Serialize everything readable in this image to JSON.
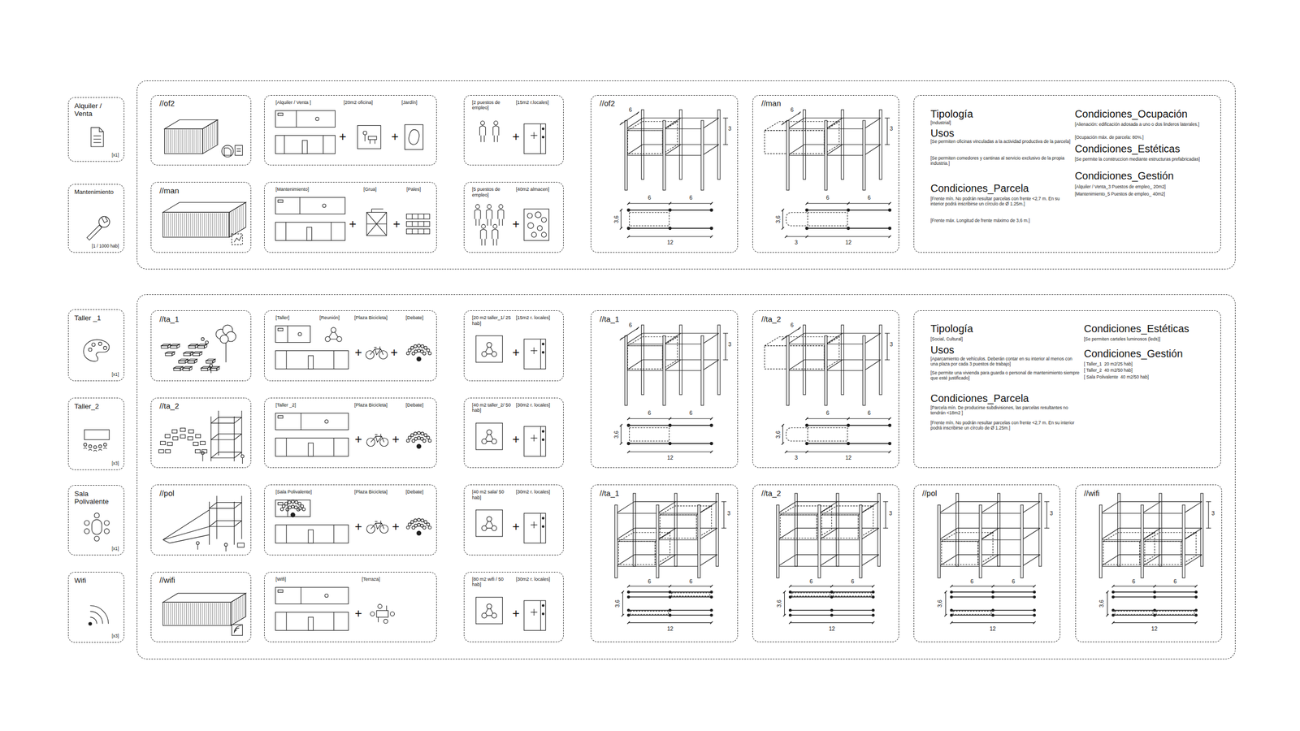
{
  "diagram": {
    "nodes": [
      {
        "text": [
          "Alquiler / Venta",
          "[x1]"
        ]
      },
      {
        "text": [
          "Mantenimiento",
          "[1 / 1000 hab]"
        ]
      },
      {
        "text": []
      },
      {
        "text": [
          "//of2"
        ],
        "in": 2
      },
      {
        "text": [
          "[Alquiler / Venta ]",
          "[20m2 oficina]",
          "[Jardín]",
          "+",
          "+"
        ],
        "in": 2
      },
      {
        "text": [
          "[2 puestos de empleo]",
          "[15m2 r.locales]",
          "+"
        ],
        "in": 2
      },
      {
        "text": [
          "//man"
        ],
        "in": 2
      },
      {
        "text": [
          "[Mantenimiento]",
          "[Grua]",
          "[Pales]",
          "+",
          "+"
        ],
        "in": 2
      },
      {
        "text": [
          "[5 puestos de empleo]",
          "[40m2 almacen]",
          "+"
        ],
        "in": 2
      },
      {
        "text": [
          "//of2",
          "6",
          "3",
          "6",
          "6",
          "3,6",
          "12"
        ],
        "in": 2
      },
      {
        "text": [
          "//man",
          "6",
          "3",
          "6",
          "6",
          "3,6",
          "3",
          "12"
        ],
        "in": 2
      },
      {
        "text": [
          "Tipología",
          "[Industrial]",
          "Usos",
          "[Se permiten oficinas vinculadas a la actividad productiva de la parcela]",
          "[Se permiten comedores y cantinas al servicio exclusivo de la propia industria.]",
          "Condiciones_Parcela",
          "[Frente mín. No podrán resultar parcelas con frente <2,7 m. En su interior podrá inscribirse un círculo de Ø 1.25m.]",
          "[Frente máx. Longitud de frente máximo de 3,6 m.]",
          "Condiciones_Ocupación",
          "[Alienación: edificación adosada a uno o dos linderos laterales.]",
          "[Ocupación máx. de parcela: 80%.]",
          "Condiciones_Estéticas",
          "[Se permite la construccion mediante estructuras prefabricadas]",
          "Condiciones_Gestión",
          "[Alquiler / Venta_3 Puestos de empleo_ 20m2]",
          "[Mantenimiento_5 Puestos de empleo_ 40m2]"
        ],
        "in": 2
      },
      {
        "text": [
          "Taller _1",
          "[x1]"
        ]
      },
      {
        "text": [
          "Taller_2",
          "[x3]"
        ]
      },
      {
        "text": [
          "Sala Polivalente",
          "[x1]"
        ]
      },
      {
        "text": [
          "Wifi",
          "[x3]"
        ]
      },
      {
        "text": []
      },
      {
        "text": [
          "//ta_1"
        ],
        "in": 16
      },
      {
        "text": [
          "[Taller]",
          "[Reunión]",
          "[Plaza Bicicleta]",
          "[Debate]",
          "+",
          "+"
        ],
        "in": 16
      },
      {
        "text": [
          "[20 m2 taller_1/ 25 hab]",
          "[15m2 r. locales]",
          "+"
        ],
        "in": 16
      },
      {
        "text": [
          "//ta_2"
        ],
        "in": 16
      },
      {
        "text": [
          "[Taller _2]",
          "[Plaza Bicicleta]",
          "[Debate]",
          "+",
          "+"
        ],
        "in": 16
      },
      {
        "text": [
          "[40 m2 taller_2/ 50 hab]",
          "[30m2 r. locales]",
          "+"
        ],
        "in": 16
      },
      {
        "text": [
          "//pol"
        ],
        "in": 16
      },
      {
        "text": [
          "[Sala Polivalente]",
          "[Plaza Bicicleta]",
          "[Debate]",
          "+",
          "+"
        ],
        "in": 16
      },
      {
        "text": [
          "[40 m2 sala/ 50 hab]",
          "[30m2 r. locales]",
          "+"
        ],
        "in": 16
      },
      {
        "text": [
          "//wifi"
        ],
        "in": 16
      },
      {
        "text": [
          "[Wifi]",
          "[Terraza]",
          "+"
        ],
        "in": 16
      },
      {
        "text": [
          "[80 m2 wifi / 50 hab]",
          "[30m2 r. locales]",
          "+"
        ],
        "in": 16
      },
      {
        "text": [
          "//ta_1",
          "6",
          "3",
          "6",
          "6",
          "3,6",
          "12"
        ],
        "in": 16
      },
      {
        "text": [
          "//ta_2",
          "6",
          "3",
          "6",
          "6",
          "3,6",
          "3",
          "12"
        ],
        "in": 16
      },
      {
        "text": [
          "Tipología",
          "[Social, Cultural]",
          "Usos",
          "[Aparcamiento de vehículos. Deberán contar en su interior al menos con una plaza por cada 3 puestos de trabajo]",
          "[Se permite una vivienda para guarda o personal de mantenimiento siempre que esté justificado]",
          "Condiciones_Parcela",
          "[Parcela mín. De producirse subdivisiones, las parcelas resultantes no tendrán <18m2 ]",
          "[Frente mín. No podrán resultar parcelas con frente <2,7 m. En su interior podrá inscribirse un círculo de Ø 1.25m.]",
          "Condiciones_Estéticas",
          "[Se permiten carteles luminosos (leds)]",
          "Condiciones_Gestión",
          "[ Taller_1  20 m2/25 hab]",
          "[ Taller_2  40 m2/50 hab]",
          "[ Sala Polivalente  40 m2/50 hab]"
        ],
        "in": 16
      },
      {
        "text": [
          "//ta_1",
          "3",
          "6",
          "6",
          "3,6",
          "12"
        ],
        "in": 16
      },
      {
        "text": [
          "//ta_2",
          "3",
          "6",
          "6",
          "3,6",
          "12"
        ],
        "in": 16
      },
      {
        "text": [
          "//pol",
          "3",
          "6",
          "6",
          "3,6",
          "12"
        ],
        "in": 16
      },
      {
        "text": [
          "//wifi",
          "3",
          "6",
          "6",
          "3,6",
          "12"
        ],
        "in": 16
      }
    ]
  }
}
